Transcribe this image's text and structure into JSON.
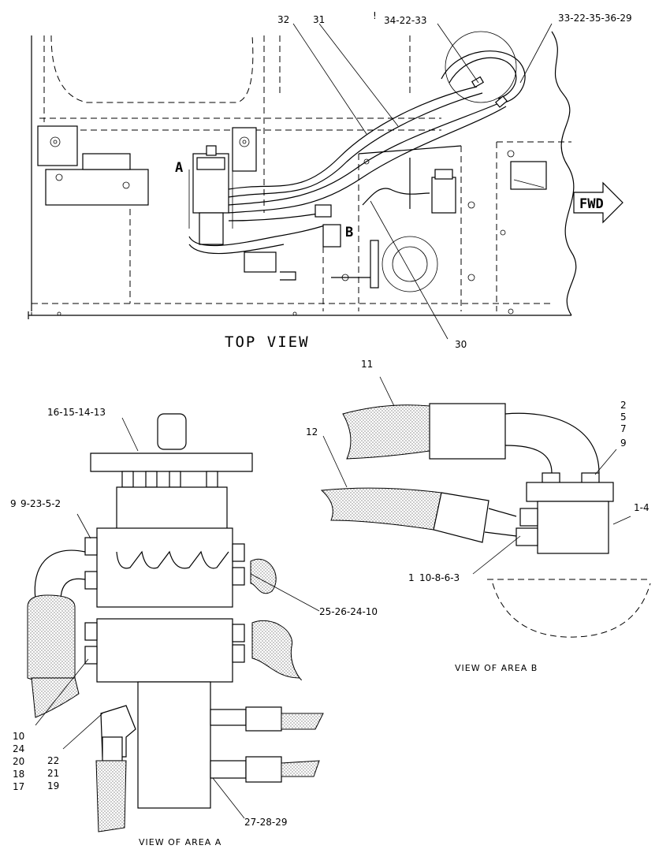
{
  "top_view": {
    "title": "TOP VIEW",
    "fwd": "FWD",
    "area_a": "A",
    "area_b": "B",
    "callouts": {
      "c32": "32",
      "c31": "31",
      "c34": "34-22-33",
      "c33": "33-22-35-36-29",
      "c30": "30",
      "glyph": "!"
    }
  },
  "view_a": {
    "title": "VIEW  OF  AREA  A",
    "callouts": {
      "c16": "16-15-14-13",
      "c9": "9",
      "c9b": "9-23-5-2",
      "c25": "25-26-24-10",
      "c10": "10",
      "c24": "24",
      "c20": "20",
      "c18": "18",
      "c17": "17",
      "c22": "22",
      "c21": "21",
      "c19": "19",
      "c27": "27-28-29"
    }
  },
  "view_b": {
    "title": "VIEW  OF  AREA  B",
    "callouts": {
      "c11": "11",
      "c12": "12",
      "c2": "2",
      "c5": "5",
      "c7": "7",
      "c9": "9",
      "c14": "1-4",
      "c1": "1",
      "c10863": "10-8-6-3"
    }
  }
}
